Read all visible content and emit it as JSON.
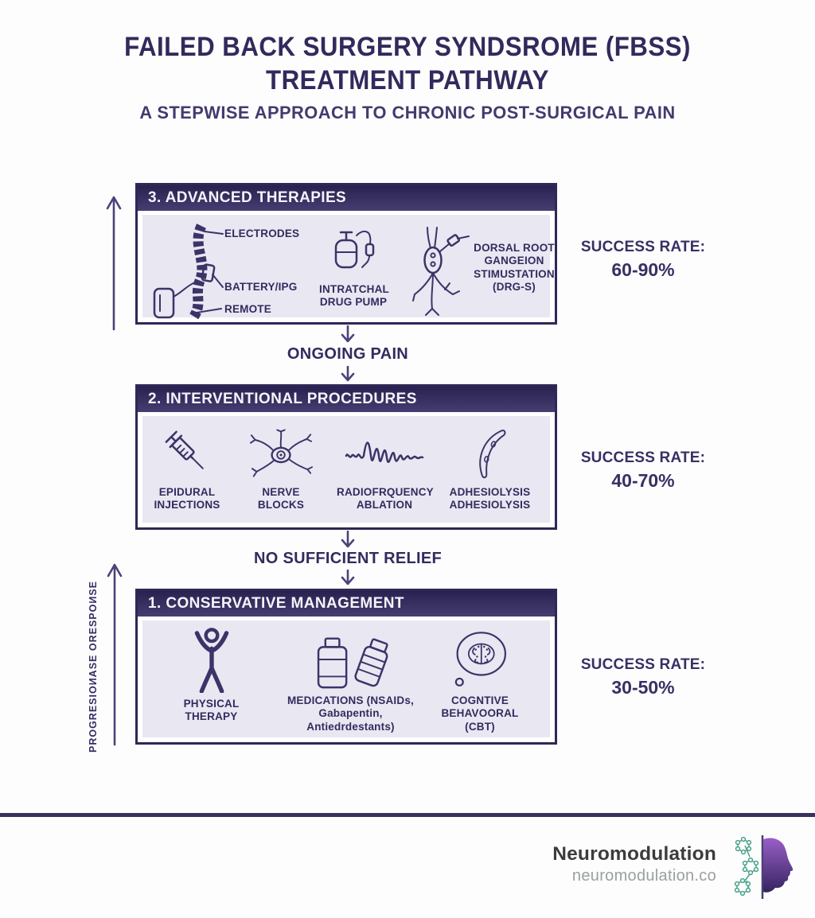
{
  "title": {
    "line1": "FAILED BACK SURGERY SYNDSROME (FBSS)",
    "line2": "TREATMENT PATHWAY",
    "subtitle": "A STEPWISE APPROACH TO CHRONIC POST-SURGICAL PAIN"
  },
  "pathway": {
    "axis_label": "PROGRESIOИASE ORESPOИSE",
    "connectors": [
      {
        "label": "ONGOING PAIN"
      },
      {
        "label": "NO SUFFICIENT RELIEF"
      }
    ],
    "steps": [
      {
        "header": "3. ADVANCED THERAPIES",
        "success_label": "SUCCESS RATE:",
        "success_value": "60-90%",
        "items": [
          {
            "icon": "spinal-cord-stimulator-icon",
            "callouts": [
              "ELECTRODES",
              "BATTERY/IPG",
              "REMOTE"
            ]
          },
          {
            "icon": "intrathecal-drug-pump-icon",
            "label": "INTRATCHAL DRUG PUMP"
          },
          {
            "icon": "dorsal-root-ganglion-icon",
            "label": "DORSAL ROOT GANGEION STIMUSTATION (DRG-S)"
          }
        ]
      },
      {
        "header": "2. INTERVENTIONAL PROCEDURES",
        "success_label": "SUCCESS RATE:",
        "success_value": "40-70%",
        "items": [
          {
            "icon": "syringe-icon",
            "label": "EPIDURAL INJECTIONS"
          },
          {
            "icon": "nerve-cell-icon",
            "label": "NERVE BLOCKS"
          },
          {
            "icon": "radiofrequency-wave-icon",
            "label": "RADIOFRQUENCY ABLATION"
          },
          {
            "icon": "adhesiolysis-catheter-icon",
            "label": "ADHESIOLYSIS ADHESIOLYSIS"
          }
        ]
      },
      {
        "header": "1. CONSERVATIVE MANAGEMENT",
        "success_label": "SUCCESS RATE:",
        "success_value": "30-50%",
        "items": [
          {
            "icon": "physical-therapy-icon",
            "label": "PHYSICAL THERAPY"
          },
          {
            "icon": "medications-icon",
            "label": "MEDICATIONS (NSAIDs, Gabapentin, Antiedrdestants)"
          },
          {
            "icon": "cbt-brain-icon",
            "label": "COGNTIVE BEHAVOORAL (CBT)"
          }
        ]
      }
    ]
  },
  "footer": {
    "brand": "Neuromodulation",
    "website": "neuromodulation.co",
    "logo": "half-head-molecules-logo"
  },
  "colors": {
    "header_bar": "#38305f",
    "panel_fill": "#e9e7f2",
    "panel_border": "#2f2857",
    "text_purple": "#332b5e",
    "arrow": "#4b4379",
    "divider": "#38305f",
    "logo_green": "#49a188",
    "logo_purple": "#5b3d8e",
    "brand_text": "#3c3c3c",
    "website_text": "#9aa0a0"
  }
}
